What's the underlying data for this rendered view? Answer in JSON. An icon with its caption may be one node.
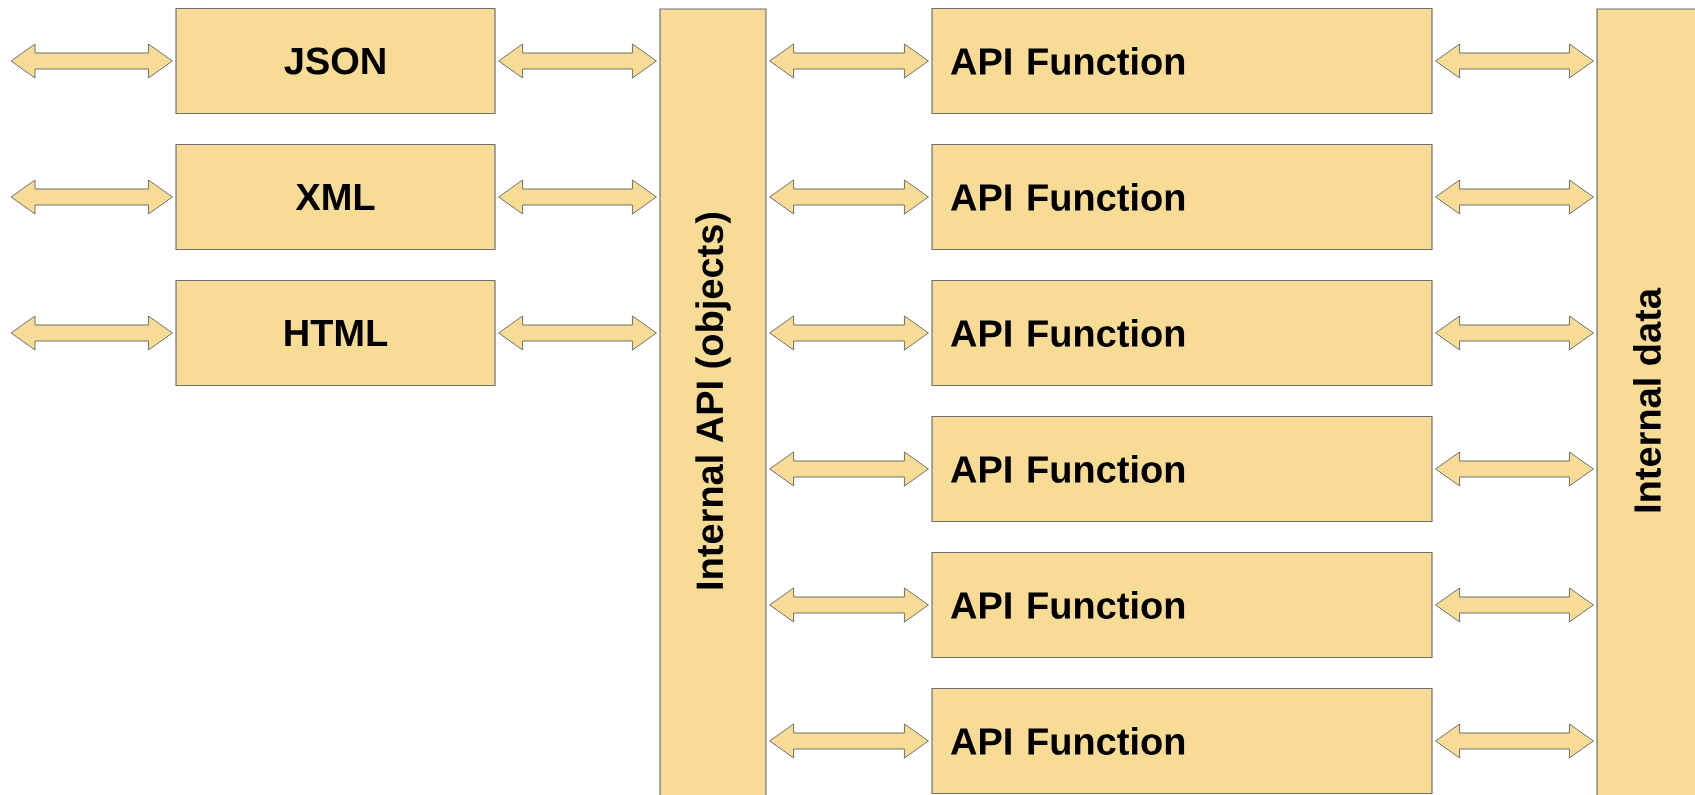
{
  "diagram": {
    "nodes": [
      {
        "text": [
          "JSON"
        ]
      },
      {
        "text": [
          "XML"
        ]
      },
      {
        "text": [
          "HTML"
        ]
      },
      {
        "text": [
          "Internal API (objects)"
        ]
      },
      {
        "text": [
          "API Function"
        ]
      },
      {
        "text": [
          "API Function"
        ]
      },
      {
        "text": [
          "API Function"
        ]
      },
      {
        "text": [
          "API Function"
        ]
      },
      {
        "text": [
          "API Function"
        ]
      },
      {
        "text": [
          "API Function"
        ]
      },
      {
        "text": [
          "Internal data"
        ]
      }
    ],
    "edges": [
      {
        "from": null,
        "to": 0,
        "arrow": "both"
      },
      {
        "from": null,
        "to": 1,
        "arrow": "both"
      },
      {
        "from": null,
        "to": 2,
        "arrow": "both"
      },
      {
        "from": 0,
        "to": 3,
        "arrow": "both"
      },
      {
        "from": 1,
        "to": 3,
        "arrow": "both"
      },
      {
        "from": 2,
        "to": 3,
        "arrow": "both"
      },
      {
        "from": 3,
        "to": 4,
        "arrow": "both"
      },
      {
        "from": 3,
        "to": 5,
        "arrow": "both"
      },
      {
        "from": 3,
        "to": 6,
        "arrow": "both"
      },
      {
        "from": 3,
        "to": 7,
        "arrow": "both"
      },
      {
        "from": 3,
        "to": 8,
        "arrow": "both"
      },
      {
        "from": 3,
        "to": 9,
        "arrow": "both"
      },
      {
        "from": 4,
        "to": 10,
        "arrow": "both"
      },
      {
        "from": 5,
        "to": 10,
        "arrow": "both"
      },
      {
        "from": 6,
        "to": 10,
        "arrow": "both"
      },
      {
        "from": 7,
        "to": 10,
        "arrow": "both"
      },
      {
        "from": 8,
        "to": 10,
        "arrow": "both"
      },
      {
        "from": 9,
        "to": 10,
        "arrow": "both"
      }
    ]
  }
}
